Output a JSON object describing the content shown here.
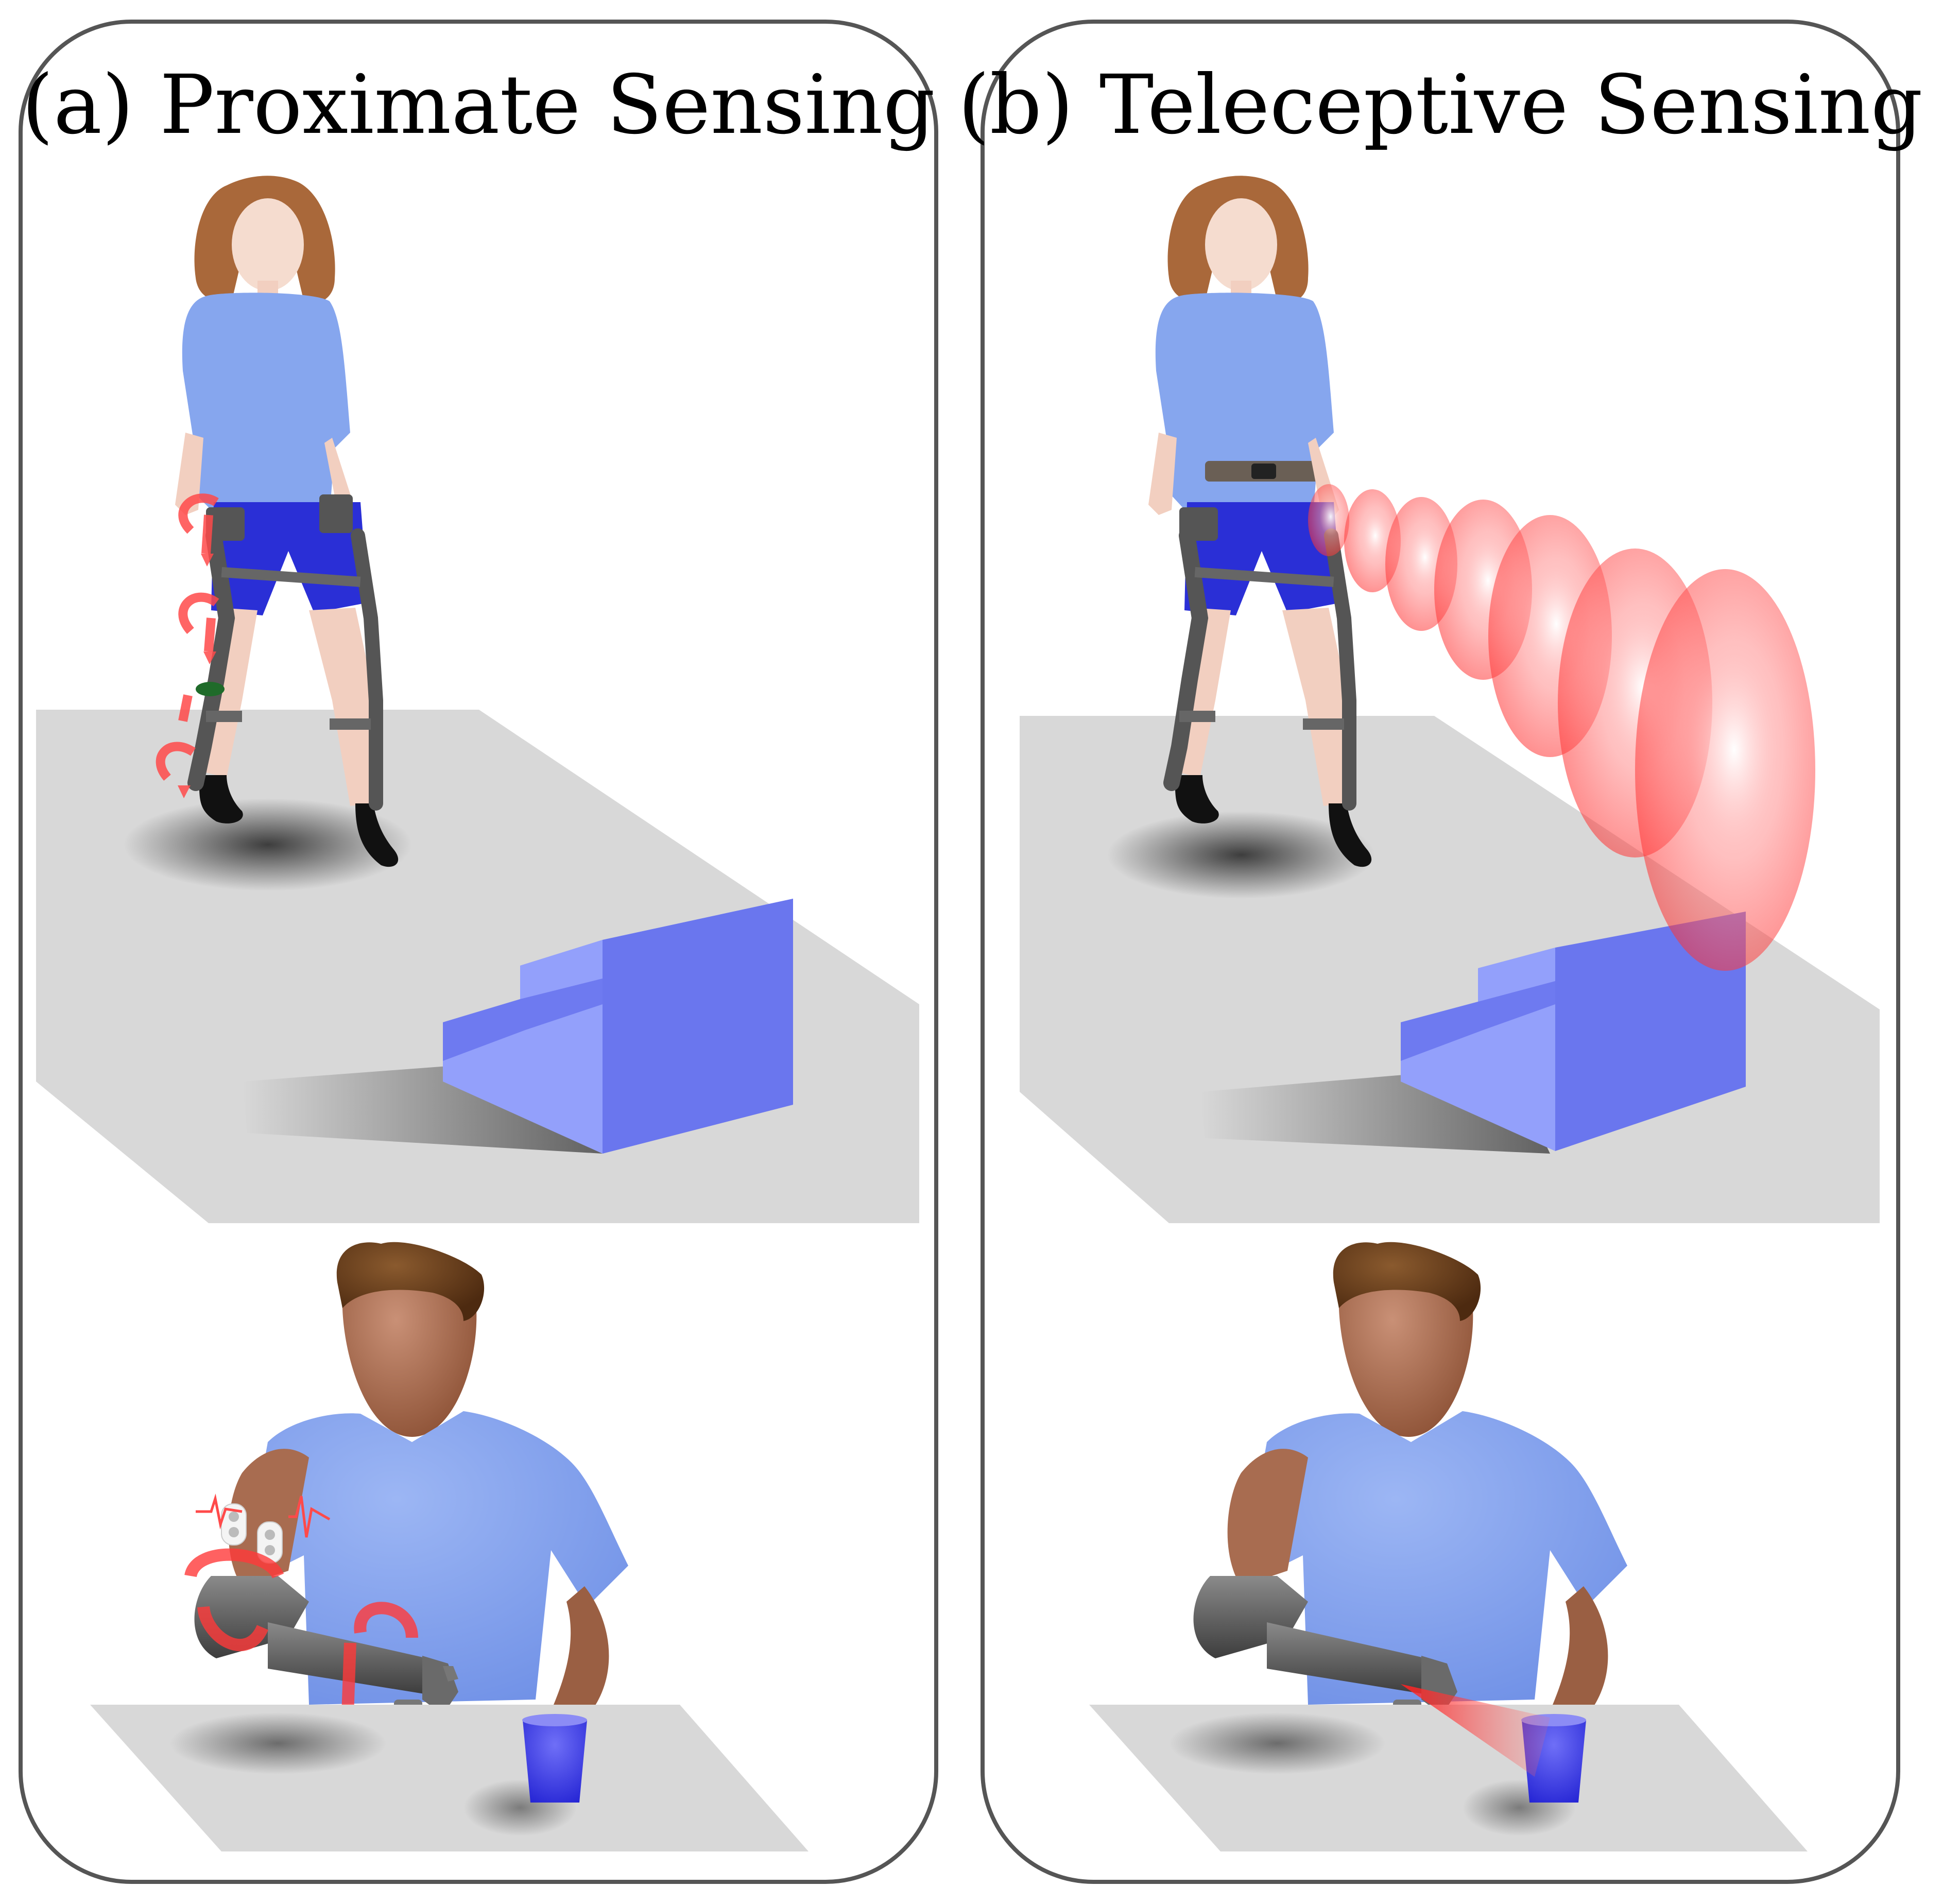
{
  "panels": [
    {
      "id": "a",
      "title": "(a) Proximate Sensing"
    },
    {
      "id": "b",
      "title": "(b) Teleceptive Sensing"
    }
  ],
  "colors": {
    "floor": "#d8d8d8",
    "shirt": "#86a6ee",
    "shorts": "#2a2fd6",
    "hair_woman": "#a9683a",
    "hair_man": "#6b3f1e",
    "skin_woman": "#f2cfc0",
    "skin_man": "#a86c50",
    "step_top": "#8f9cfb",
    "step_front": "#6a76ee",
    "step_side": "#4f5ce6",
    "orthosis": "#555555",
    "sensing_red": "#ff4a4a",
    "cup": "#3f3fe6",
    "prosthesis": "#5a5a5a"
  },
  "icons": [
    "rotation-arrow-icon",
    "emg-electrode-icon",
    "imu-sensor-icon",
    "camera-sensor-icon",
    "sensing-cone-icon"
  ]
}
